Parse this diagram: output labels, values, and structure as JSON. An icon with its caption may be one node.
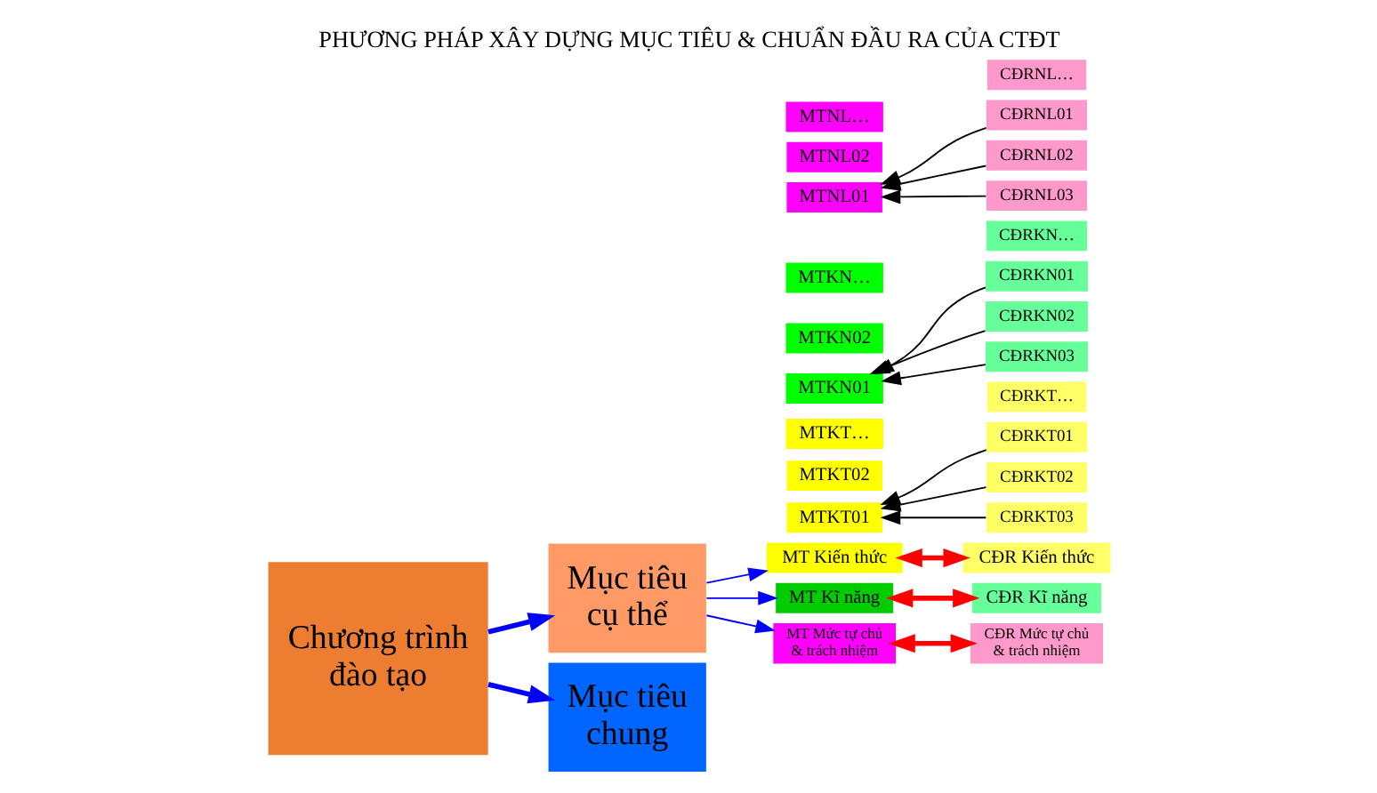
{
  "diagram": {
    "title": "PHƯƠNG PHÁP XÂY DỰNG MỤC TIÊU & CHUẨN ĐẦU RA CỦA CTĐT",
    "nodes": [
      {
        "text": [
          "Chương trình đào tạo"
        ]
      },
      {
        "text": [
          "Mục tiêu cụ thể"
        ]
      },
      {
        "text": [
          "Mục tiêu chung"
        ]
      },
      {
        "text": [
          "MT Kiến thức"
        ]
      },
      {
        "text": [
          "CĐR Kiến thức"
        ]
      },
      {
        "text": [
          "MTKT01"
        ]
      },
      {
        "text": [
          "MTKT02"
        ]
      },
      {
        "text": [
          "MTKT…"
        ]
      },
      {
        "text": [
          "CĐRKT01"
        ]
      },
      {
        "text": [
          "CĐRKT02"
        ]
      },
      {
        "text": [
          "CĐRKT03"
        ]
      },
      {
        "text": [
          "CĐRKT…"
        ]
      },
      {
        "text": [
          "MT Kĩ năng"
        ]
      },
      {
        "text": [
          "CĐR Kĩ năng"
        ]
      },
      {
        "text": [
          "MTKN01"
        ]
      },
      {
        "text": [
          "MTKN02"
        ]
      },
      {
        "text": [
          "MTKN…"
        ]
      },
      {
        "text": [
          "CĐRKN01"
        ]
      },
      {
        "text": [
          "CĐRKN02"
        ]
      },
      {
        "text": [
          "CĐRKN03"
        ]
      },
      {
        "text": [
          "CĐRKN…"
        ]
      },
      {
        "text": [
          "MT Mức tự chủ & trách nhiệm"
        ]
      },
      {
        "text": [
          "CĐR Mức tự chủ & trách nhiệm"
        ]
      },
      {
        "text": [
          "MTNL01"
        ]
      },
      {
        "text": [
          "MTNL02"
        ]
      },
      {
        "text": [
          "MTNL…"
        ]
      },
      {
        "text": [
          "CĐRNL01"
        ]
      },
      {
        "text": [
          "CĐRNL02"
        ]
      },
      {
        "text": [
          "CĐRNL03"
        ]
      },
      {
        "text": [
          "CĐRNL…"
        ]
      }
    ],
    "edges": [
      {
        "from": 0,
        "to": 1,
        "arrow": "to",
        "style": "thick",
        "color": "#0000ff"
      },
      {
        "from": 0,
        "to": 2,
        "arrow": "to",
        "style": "thick",
        "color": "#0000ff"
      },
      {
        "from": 1,
        "to": 3,
        "arrow": "to",
        "color": "#0000ff"
      },
      {
        "from": 1,
        "to": 12,
        "arrow": "to",
        "color": "#0000ff"
      },
      {
        "from": 1,
        "to": 21,
        "arrow": "to",
        "color": "#0000ff"
      },
      {
        "from": 3,
        "to": 4,
        "arrow": "both",
        "style": "thick",
        "color": "#ff0000"
      },
      {
        "from": 8,
        "to": 5,
        "arrow": "to"
      },
      {
        "from": 9,
        "to": 5,
        "arrow": "to"
      },
      {
        "from": 10,
        "to": 5,
        "arrow": "to"
      },
      {
        "from": 12,
        "to": 13,
        "arrow": "both",
        "style": "thick",
        "color": "#ff0000"
      },
      {
        "from": 17,
        "to": 14,
        "arrow": "to"
      },
      {
        "from": 18,
        "to": 14,
        "arrow": "to"
      },
      {
        "from": 19,
        "to": 14,
        "arrow": "to"
      },
      {
        "from": 21,
        "to": 22,
        "arrow": "both",
        "style": "thick",
        "color": "#ff0000"
      },
      {
        "from": 26,
        "to": 23,
        "arrow": "to"
      },
      {
        "from": 27,
        "to": 23,
        "arrow": "to"
      },
      {
        "from": 28,
        "to": 23,
        "arrow": "to"
      }
    ]
  }
}
